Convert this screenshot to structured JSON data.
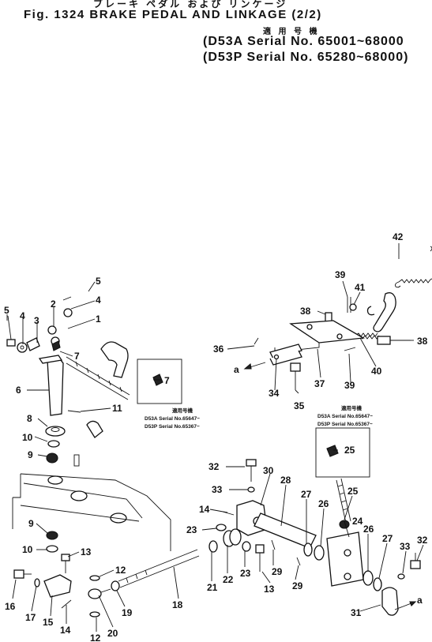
{
  "header": {
    "jp_title": "ブレーキ ペダル および リンケージ",
    "fig_title": "Fig. 1324   BRAKE PEDAL AND LINKAGE (2/2)",
    "applies_label": "適 用 号 機",
    "serial_a": "(D53A Serial No. 65001~68000",
    "serial_p": "(D53P Serial No. 65280~68000)"
  },
  "notes": {
    "left": {
      "jp": "適用号機",
      "a": "D53A Serial No.65647~",
      "p": "D53P Serial No.65367~"
    },
    "right": {
      "jp": "適用号機",
      "a": "D53A Serial No.65647~",
      "p": "D53P Serial No.65367~"
    }
  },
  "callouts": [
    {
      "id": "c42",
      "label": "42"
    },
    {
      "id": "c39a",
      "label": "39"
    },
    {
      "id": "c41",
      "label": "41"
    },
    {
      "id": "c38a",
      "label": "38"
    },
    {
      "id": "c38b",
      "label": "38"
    },
    {
      "id": "c36",
      "label": "36"
    },
    {
      "id": "ca1",
      "label": "a"
    },
    {
      "id": "c34",
      "label": "34"
    },
    {
      "id": "c35",
      "label": "35"
    },
    {
      "id": "c37",
      "label": "37"
    },
    {
      "id": "c39b",
      "label": "39"
    },
    {
      "id": "c40",
      "label": "40"
    },
    {
      "id": "c5a",
      "label": "5"
    },
    {
      "id": "c4a",
      "label": "4"
    },
    {
      "id": "c5b",
      "label": "5"
    },
    {
      "id": "c4b",
      "label": "4"
    },
    {
      "id": "c3",
      "label": "3"
    },
    {
      "id": "c2",
      "label": "2"
    },
    {
      "id": "c1",
      "label": "1"
    },
    {
      "id": "c7a",
      "label": "7"
    },
    {
      "id": "c6",
      "label": "6"
    },
    {
      "id": "c7b",
      "label": "7"
    },
    {
      "id": "c11",
      "label": "11"
    },
    {
      "id": "c8",
      "label": "8"
    },
    {
      "id": "c10a",
      "label": "10"
    },
    {
      "id": "c9a",
      "label": "9"
    },
    {
      "id": "c9b",
      "label": "9"
    },
    {
      "id": "c10b",
      "label": "10"
    },
    {
      "id": "c13a",
      "label": "13"
    },
    {
      "id": "c16",
      "label": "16"
    },
    {
      "id": "c17",
      "label": "17"
    },
    {
      "id": "c15",
      "label": "15"
    },
    {
      "id": "c14a",
      "label": "14"
    },
    {
      "id": "c12a",
      "label": "12"
    },
    {
      "id": "c19",
      "label": "19"
    },
    {
      "id": "c20",
      "label": "20"
    },
    {
      "id": "c12b",
      "label": "12"
    },
    {
      "id": "c18",
      "label": "18"
    },
    {
      "id": "c32a",
      "label": "32"
    },
    {
      "id": "c33a",
      "label": "33"
    },
    {
      "id": "c30",
      "label": "30"
    },
    {
      "id": "c14b",
      "label": "14"
    },
    {
      "id": "c28a",
      "label": "28"
    },
    {
      "id": "c23a",
      "label": "23"
    },
    {
      "id": "c21",
      "label": "21"
    },
    {
      "id": "c22",
      "label": "22"
    },
    {
      "id": "c23b",
      "label": "23"
    },
    {
      "id": "c13b",
      "label": "13"
    },
    {
      "id": "c29a",
      "label": "29"
    },
    {
      "id": "c29b",
      "label": "29"
    },
    {
      "id": "c25a",
      "label": "25"
    },
    {
      "id": "c27a",
      "label": "27"
    },
    {
      "id": "c26a",
      "label": "26"
    },
    {
      "id": "c25b",
      "label": "25"
    },
    {
      "id": "c24",
      "label": "24"
    },
    {
      "id": "c26b",
      "label": "26"
    },
    {
      "id": "c27b",
      "label": "27"
    },
    {
      "id": "c33b",
      "label": "33"
    },
    {
      "id": "c32b",
      "label": "32"
    },
    {
      "id": "c31",
      "label": "31"
    },
    {
      "id": "ca2",
      "label": "a"
    }
  ]
}
